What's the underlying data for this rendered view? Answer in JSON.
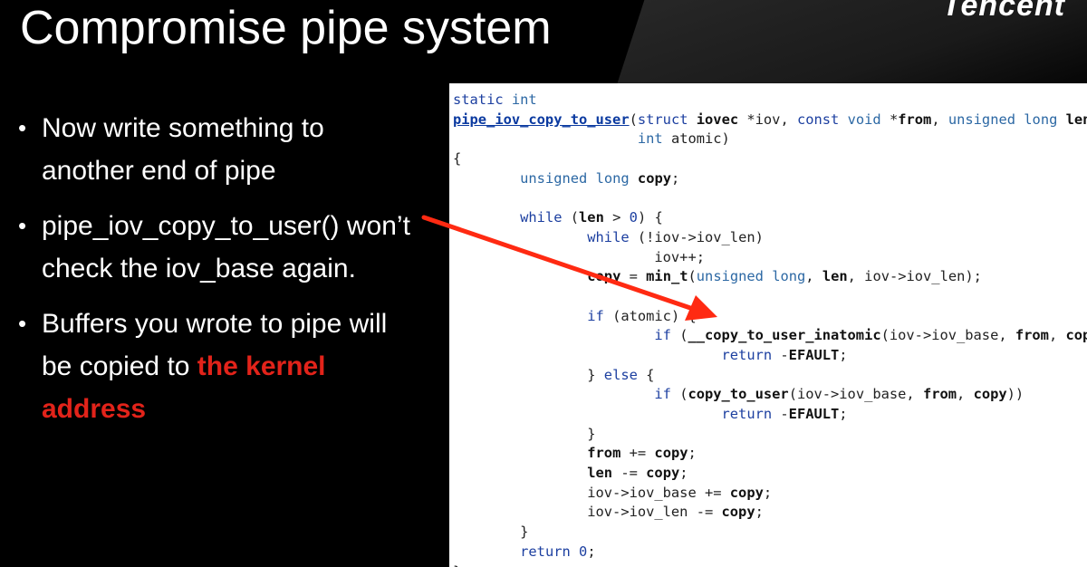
{
  "slide": {
    "title": "Compromise pipe system",
    "logo": "Tencent"
  },
  "bullets": [
    {
      "text": "Now write something to another end of pipe"
    },
    {
      "text": "pipe_iov_copy_to_user() won’t check the iov_base again."
    },
    {
      "text": "Buffers you wrote to pipe will be copied to ",
      "highlight": "the kernel address"
    }
  ],
  "code": {
    "lines": [
      "static int",
      "pipe_iov_copy_to_user(struct iovec *iov, const void *from, unsigned long len,",
      "                      int atomic)",
      "{",
      "        unsigned long copy;",
      "",
      "        while (len > 0) {",
      "                while (!iov->iov_len)",
      "                        iov++;",
      "                copy = min_t(unsigned long, len, iov->iov_len);",
      "",
      "                if (atomic) {",
      "                        if (__copy_to_user_inatomic(iov->iov_base, from, copy))",
      "                                return -EFAULT;",
      "                } else {",
      "                        if (copy_to_user(iov->iov_base, from, copy))",
      "                                return -EFAULT;",
      "                }",
      "                from += copy;",
      "                len -= copy;",
      "                iov->iov_base += copy;",
      "                iov->iov_len -= copy;",
      "        }",
      "        return 0;",
      "}"
    ]
  },
  "colors": {
    "background": "#000000",
    "text": "#ffffff",
    "highlight": "#e2231a",
    "arrow": "#ff2a12",
    "code_bg": "#ffffff"
  }
}
